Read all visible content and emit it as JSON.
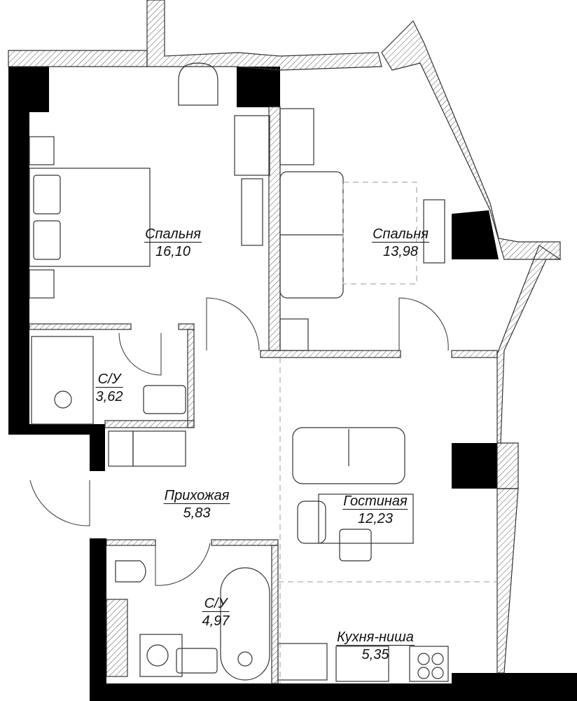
{
  "rooms": [
    {
      "name": "Спальня",
      "area": "16,10"
    },
    {
      "name": "Спальня",
      "area": "13,98"
    },
    {
      "name": "С/У",
      "area": "3,62"
    },
    {
      "name": "Прихожая",
      "area": "5,83"
    },
    {
      "name": "Гостиная",
      "area": "12,23"
    },
    {
      "name": "С/У",
      "area": "4,97"
    },
    {
      "name": "Кухня-ниша",
      "area": "5,35"
    }
  ],
  "colors": {
    "wall": "#000000",
    "line": "#333333",
    "hatch": "#555555"
  }
}
